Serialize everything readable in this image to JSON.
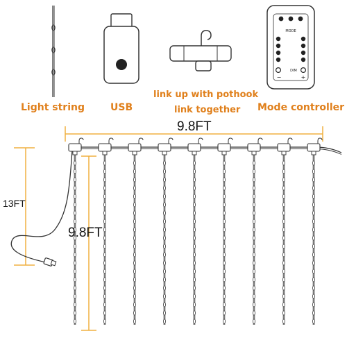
{
  "labels": {
    "light_string": "Light string",
    "usb": "USB",
    "pothook_line1": "link up with pothook",
    "pothook_line2": "link together",
    "mode_controller": "Mode controller"
  },
  "dimensions": {
    "width": "9.8FT",
    "cable": "13FT",
    "drop": "9.8FT"
  },
  "remote": {
    "mode_label": "MODE",
    "dim_label": "DIM",
    "minus": "−",
    "plus": "+"
  },
  "colors": {
    "label_orange": "#e0801c",
    "dimension_line": "#f0b040",
    "wire": "#333333"
  },
  "strand_count": 9
}
